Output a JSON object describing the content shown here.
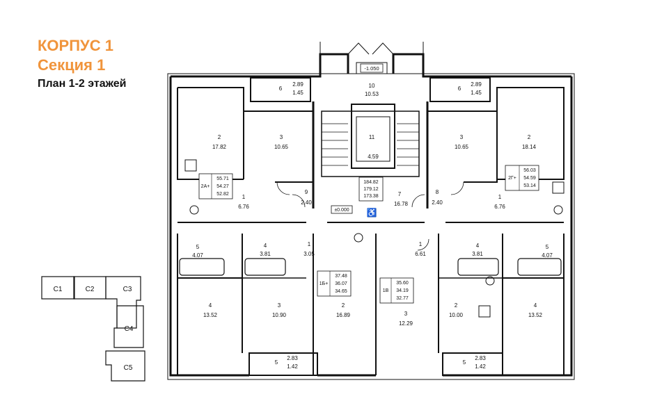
{
  "header": {
    "building": "КОРПУС 1",
    "section": "Секция 1",
    "plan": "План 1-2 этажей"
  },
  "key_plan": {
    "sections": [
      "C1",
      "C2",
      "C3",
      "C4",
      "C5"
    ],
    "selected": "C1",
    "selected_color": "#f6b26b"
  },
  "floor_plan": {
    "levels": {
      "entrance": "-1.050",
      "floor": "±0.000"
    },
    "common": {
      "vestibule": {
        "num": "10",
        "area": "10.53"
      },
      "elevator_hall": {
        "num": "11",
        "area": "4.59"
      },
      "lobby": {
        "num": "7",
        "area": "16.78"
      },
      "corridor_left": {
        "num": "9",
        "area": "2.40"
      },
      "corridor_right": {
        "num": "8",
        "area": "2.40"
      }
    },
    "apartments": {
      "a2a": {
        "type": "2А+",
        "areas": [
          "55.71",
          "54.27",
          "52.82"
        ],
        "rooms": [
          {
            "num": "2",
            "area": "17.82"
          },
          {
            "num": "3",
            "area": "10.65"
          },
          {
            "num": "1",
            "area": "6.76"
          },
          {
            "num": "6",
            "area": "2.89",
            "area2": "1.45"
          },
          {
            "num": "5",
            "area": "4.07"
          }
        ]
      },
      "a2g": {
        "type": "2Г+",
        "areas": [
          "56.03",
          "54.59",
          "53.14"
        ],
        "rooms": [
          {
            "num": "2",
            "area": "18.14"
          },
          {
            "num": "3",
            "area": "10.65"
          },
          {
            "num": "1",
            "area": "6.76"
          },
          {
            "num": "6",
            "area": "2.89",
            "area2": "1.45"
          },
          {
            "num": "5",
            "area": "4.07"
          }
        ]
      },
      "a1b": {
        "type": "1Б+",
        "areas": [
          "37.48",
          "36.07",
          "34.65"
        ],
        "rooms": [
          {
            "num": "4",
            "area": "3.81"
          },
          {
            "num": "1",
            "area": "3.05"
          },
          {
            "num": "2",
            "area": "16.89"
          },
          {
            "num": "3",
            "area": "10.90"
          },
          {
            "num": "4",
            "area": "13.52"
          },
          {
            "num": "5",
            "area": "2.83",
            "area2": "1.42"
          }
        ]
      },
      "a1v": {
        "type": "1В",
        "areas": [
          "35.60",
          "34.19",
          "32.77"
        ],
        "rooms": [
          {
            "num": "1",
            "area": "6.61"
          },
          {
            "num": "4",
            "area": "3.81"
          },
          {
            "num": "3",
            "area": "12.29"
          },
          {
            "num": "2",
            "area": "10.00"
          },
          {
            "num": "4",
            "area": "13.52"
          },
          {
            "num": "5",
            "area": "2.83",
            "area2": "1.42"
          }
        ]
      }
    },
    "floor_totals": [
      "184.82",
      "179.12",
      "173.38"
    ]
  }
}
